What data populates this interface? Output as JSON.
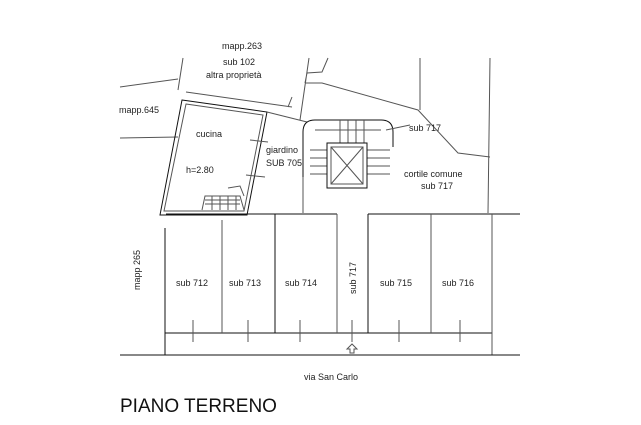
{
  "title": "PIANO TERRENO",
  "labels": {
    "mapp263": "mapp.263",
    "sub102": "sub 102",
    "altra": "altra proprietà",
    "mapp645": "mapp.645",
    "cucina": "cucina",
    "height": "h=2.80",
    "giardino": "giardino",
    "sub705": "SUB 705",
    "sub717a": "sub 717",
    "cortile": "cortile comune",
    "sub717b": "sub 717",
    "mapp265": "mapp 265",
    "sub717c": "sub 717",
    "street": "via San Carlo"
  },
  "units": [
    "sub 712",
    "sub 713",
    "sub 714",
    "sub 715",
    "sub 716"
  ]
}
